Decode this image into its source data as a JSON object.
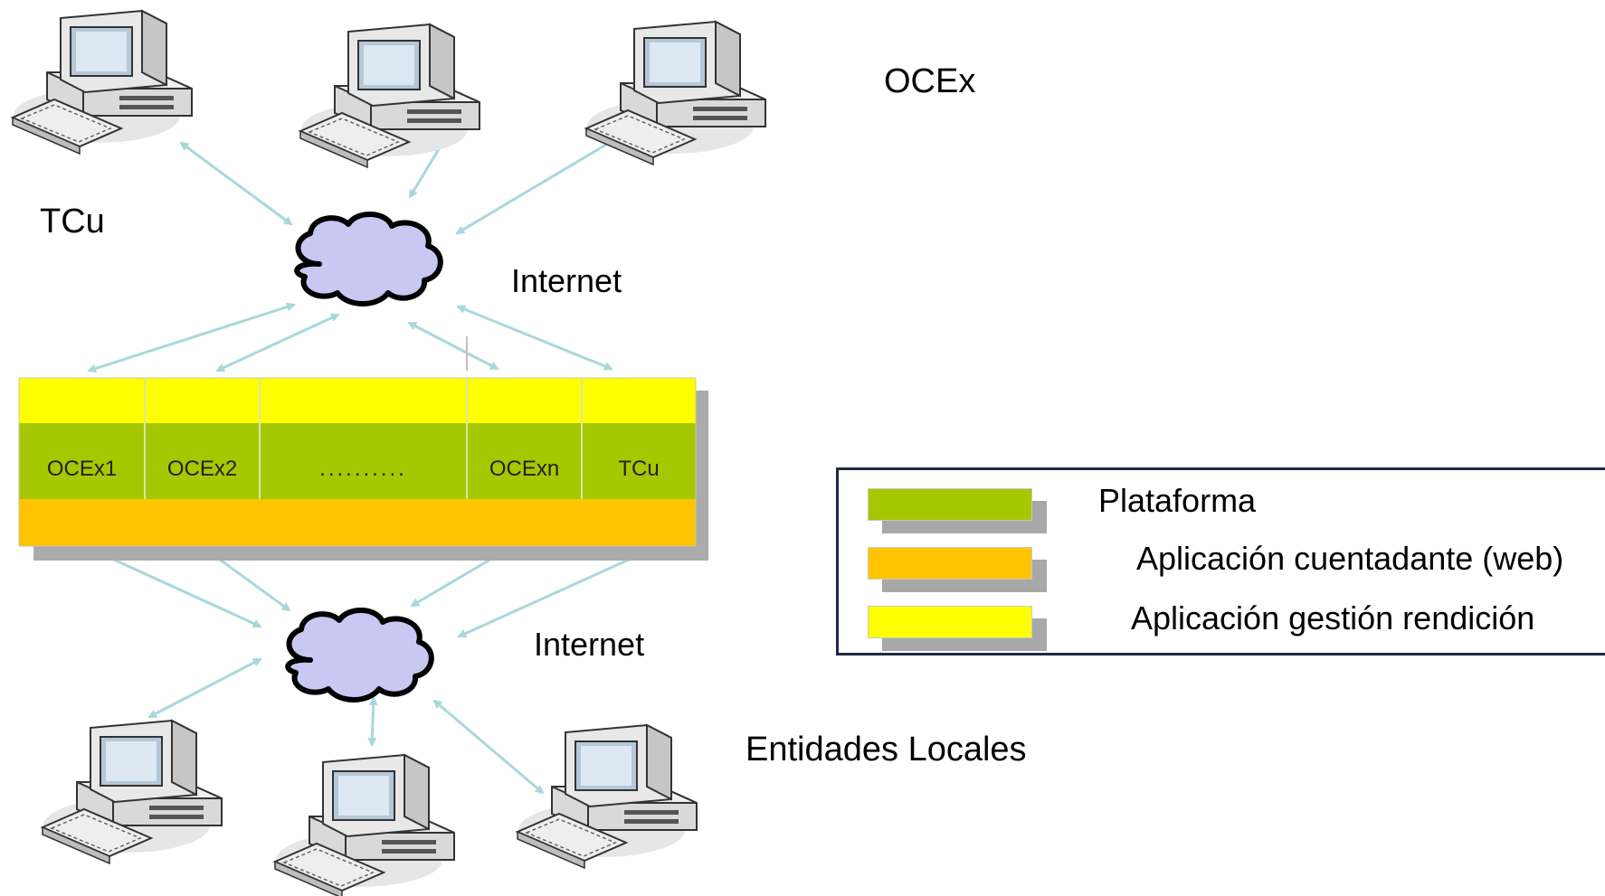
{
  "labels": {
    "ocex": "OCEx",
    "tcu": "TCu",
    "internet_top": "Internet",
    "internet_bottom": "Internet",
    "entidades": "Entidades Locales"
  },
  "platform": {
    "cells": [
      "OCEx1",
      "OCEx2",
      "..........",
      "OCExn",
      "TCu"
    ]
  },
  "legend": {
    "items": [
      {
        "label": "Plataforma",
        "color": "#a6c800"
      },
      {
        "label": "Aplicación cuentadante (web)",
        "color": "#ffc400"
      },
      {
        "label": "Aplicación gestión rendición",
        "color": "#ffff00"
      }
    ]
  },
  "colors": {
    "platform_green": "#a6c800",
    "app_orange": "#ffc400",
    "app_yellow": "#ffff00",
    "cloud": "#c8c8f2",
    "arrow": "#a8d8dc"
  },
  "icons": [
    "computer-icon",
    "cloud-icon"
  ]
}
